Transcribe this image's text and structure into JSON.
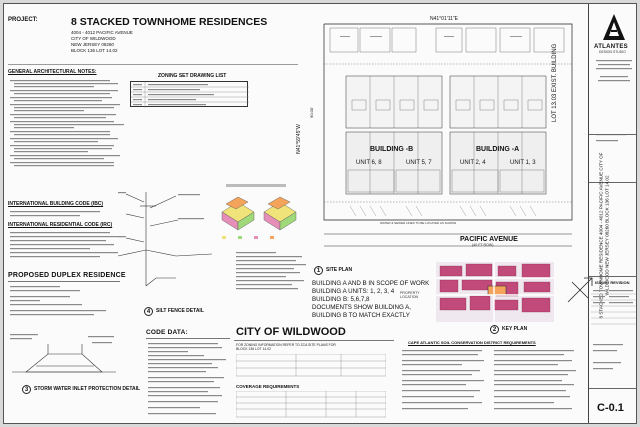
{
  "title_block": {
    "project_label": "PROJECT:",
    "title": "8 STACKED TOWNHOME RESIDENCES",
    "address_1": "4004 - 4012 PACIFIC AVENUE",
    "address_2": "CITY OF WILDWOOD",
    "address_3": "NEW JERSEY 08260",
    "address_4": "BLOCK 136 LOT 14.02"
  },
  "general_notes": {
    "heading": "GENERAL ARCHITECTURAL NOTES:"
  },
  "drawing_list": {
    "heading": "ZONING SET DRAWING LIST"
  },
  "codes": {
    "ibc": "INTERNATIONAL BUILDING CODE (IBC)",
    "irc": "INTERNATIONAL RESIDENTIAL CODE (IRC)"
  },
  "duplex": {
    "heading": "PROPOSED DUPLEX RESIDENCE"
  },
  "details": {
    "silt_fence_number": "4",
    "silt_fence_label": "SILT FENCE DETAIL",
    "inlet_number": "3",
    "inlet_label": "STORM WATER INLET PROTECTION DETAIL"
  },
  "code_data": {
    "heading": "CODE DATA:"
  },
  "city": {
    "heading": "CITY OF WILDWOOD",
    "zoning_ref": "FOR ZONING INFORMATION REFER TO ZCA SITE PLANS FOR BLOCK 136 LOT 14.02",
    "coverage": "COVERAGE REQUIREMENTS"
  },
  "capa": {
    "heading": "CAPE ATLANTIC SOIL CONSERVATION DISTRICT REQUIREMENTS"
  },
  "site_plan": {
    "building_b": "BUILDING -B",
    "building_a": "BUILDING -A",
    "units": [
      "UNIT 6, 8",
      "UNIT 5, 7",
      "UNIT 2, 4",
      "UNIT 1, 3"
    ],
    "bearing_top": "N41°01'11\"E",
    "bearing_left": "N41°59'45\"W",
    "lot_right": "LOT 13.03 EXIST. BUILDING",
    "avenue": "PACIFIC AVENUE",
    "avenue_sub": "(40 FT ROW)",
    "number": "1",
    "label": "SITE PLAN",
    "note_top": "WATER & SEWER LINES TO BE LOCATED AS SHOWN",
    "dim_left": "90.00'"
  },
  "scope": {
    "line1": "BUILDING A AND B IN SCOPE OF WORK",
    "line2": "BUILDING A UNITS: 1, 2, 3, 4",
    "line3": "BUILDING B: 5,6,7,8",
    "line4": "DOCUMENTS SHOW BUILDING A,",
    "line5": "BUILDING B TO MATCH EXACTLY"
  },
  "key_plan": {
    "number": "2",
    "label": "KEY PLAN",
    "caption": "PROPERTY LOCATION"
  },
  "firm": {
    "name": "ATLANTES",
    "sub": "DESIGN STUDIO"
  },
  "right_strip": {
    "vertical": "8 STACKED TOWNHOME RESIDENCE 4004 - 4012 PACIFIC AVENUE CITY OF WILDWOOD NEW JERSEY 08260 BLOCK 136 LOT 14.02",
    "issue": "ISSUE / REVISION",
    "sheet_number": "C-0.1"
  },
  "colors": {
    "plum": "#c24a7a",
    "yellow": "#f0e37a",
    "green": "#9fd97a",
    "orange": "#f3a35a",
    "pink": "#e58fb8"
  }
}
